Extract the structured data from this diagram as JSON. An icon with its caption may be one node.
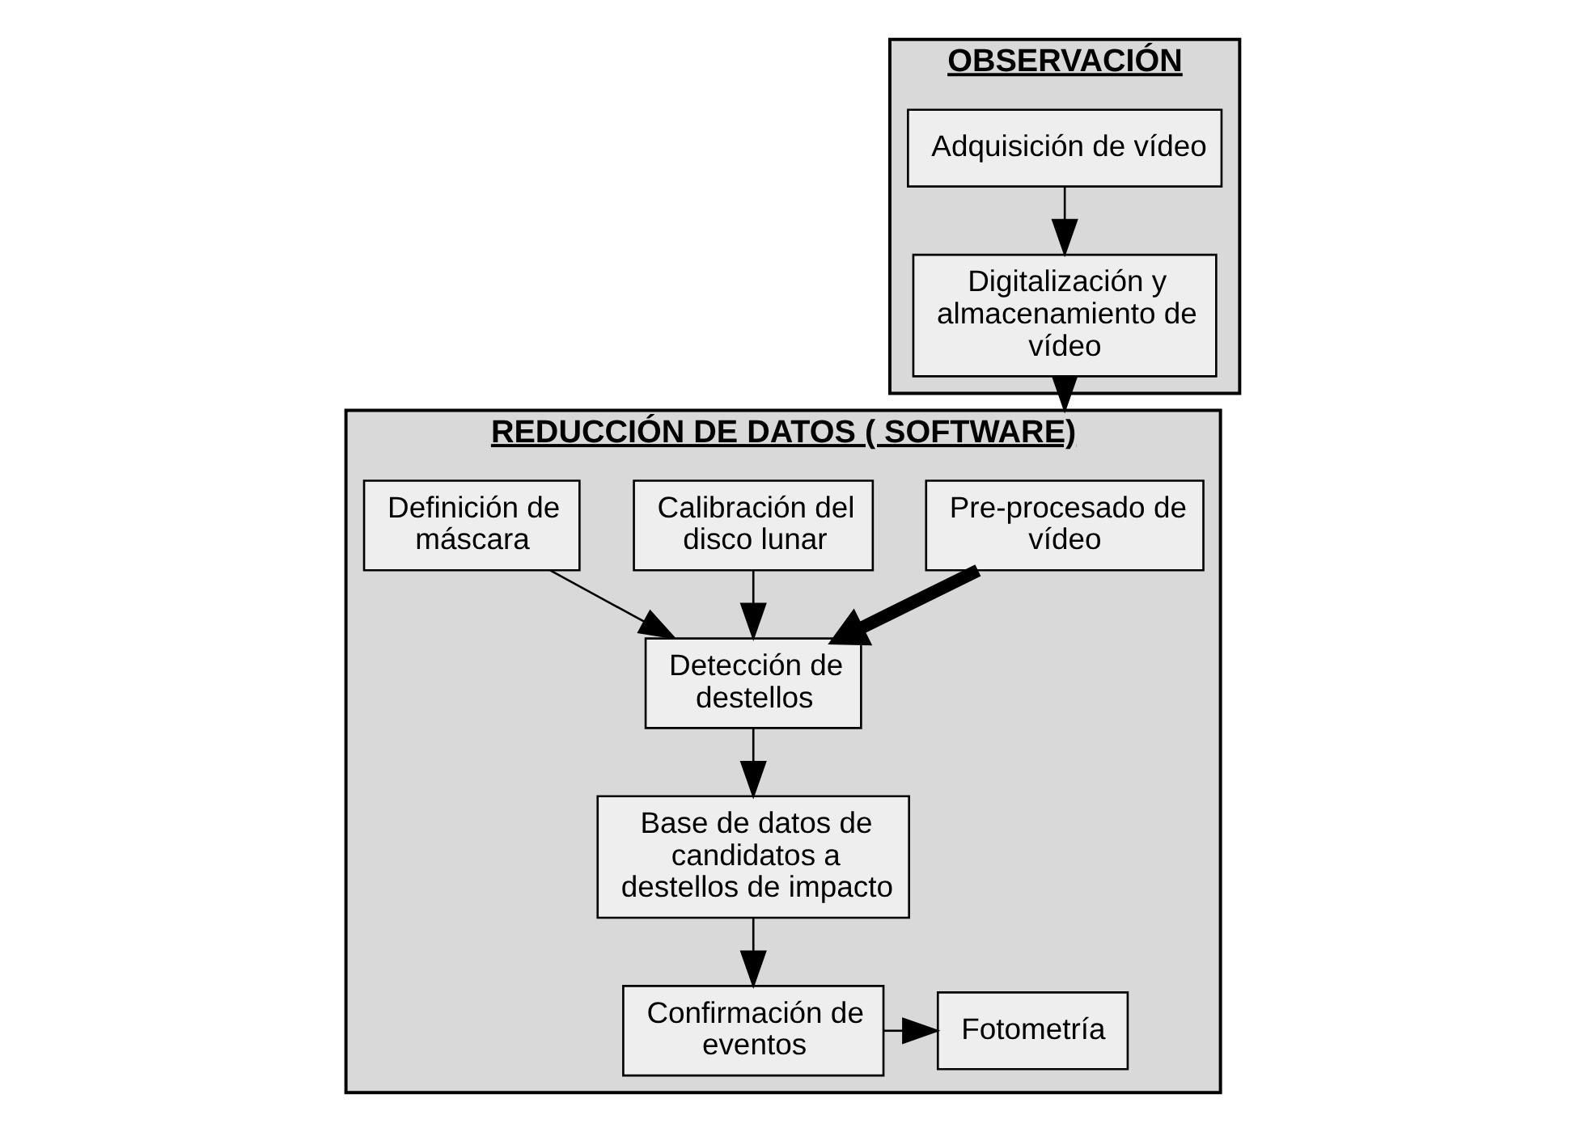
{
  "diagram": {
    "nodes": [
      {
        "text": [
          "OBSERVACIÓN"
        ]
      },
      {
        "text": [
          "Adquisición de vídeo"
        ],
        "in": 0
      },
      {
        "text": [
          "Digitalización y almacenamiento de vídeo"
        ],
        "in": 0
      },
      {
        "text": [
          "REDUCCIÓN DE DATOS ( SOFTWARE)"
        ]
      },
      {
        "text": [
          "Pre-procesado de vídeo"
        ],
        "in": 3
      },
      {
        "text": [
          "Calibración del disco lunar"
        ],
        "in": 3
      },
      {
        "text": [
          "Definición de máscara"
        ],
        "in": 3
      },
      {
        "text": [
          "Detección de destellos"
        ],
        "in": 3
      },
      {
        "text": [
          "Base de datos de candidatos a destellos de impacto"
        ],
        "in": 3
      },
      {
        "text": [
          "Confirmación de eventos"
        ],
        "in": 3
      },
      {
        "text": [
          "Fotometría"
        ],
        "in": 3
      }
    ],
    "edges": [
      {
        "from": 1,
        "to": 2,
        "arrow": "to"
      },
      {
        "from": 0,
        "to": 3,
        "arrow": "to"
      },
      {
        "from": 4,
        "to": 7,
        "arrow": "to",
        "style": "thick"
      },
      {
        "from": 5,
        "to": 7,
        "arrow": "to"
      },
      {
        "from": 6,
        "to": 7,
        "arrow": "to"
      },
      {
        "from": 7,
        "to": 8,
        "arrow": "to"
      },
      {
        "from": 8,
        "to": 9,
        "arrow": "to"
      },
      {
        "from": 9,
        "to": 10,
        "arrow": "to"
      }
    ]
  }
}
